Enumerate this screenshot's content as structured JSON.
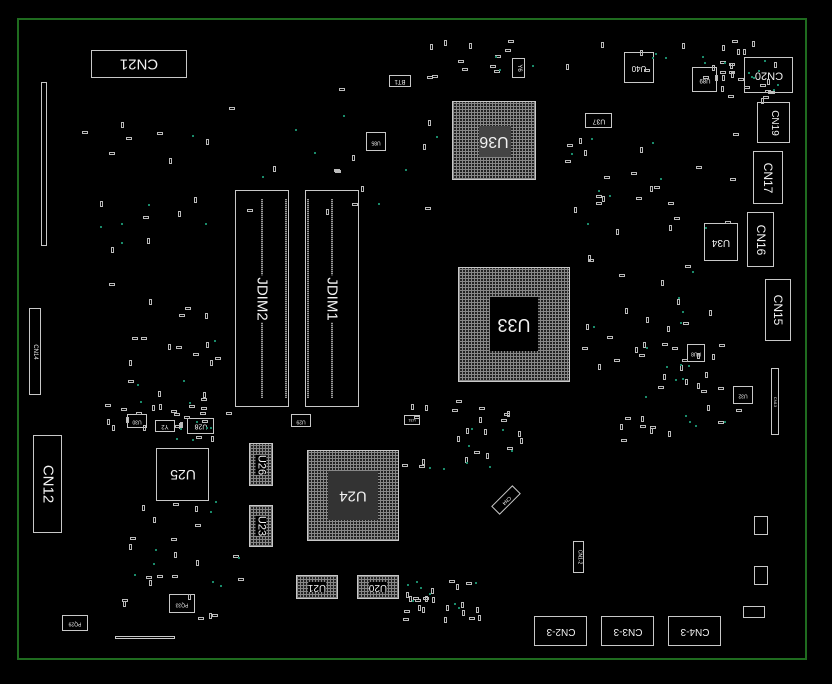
{
  "board": {
    "outline_color": "#1f6b1f",
    "silkscreen_color": "#c8c8c8",
    "components": {
      "cn21": "CN21",
      "bt1": "BT1",
      "u85": "U85",
      "y6": "Y6",
      "u36": "U36",
      "u40": "U40",
      "u89": "U89",
      "u37": "U37",
      "cn20": "CN20",
      "cn19": "CN19",
      "cn17": "CN17",
      "cn16": "CN16",
      "u34": "U34",
      "cn15": "CN15",
      "u33": "U33",
      "jdim2": "JDIM2",
      "jdim1": "JDIM1",
      "cn14": "CN14",
      "u30": "U30",
      "y2": "Y2",
      "u28": "U28",
      "u29": "U29",
      "u31": "U31",
      "u25": "U25",
      "u26": "U26",
      "u23": "U23",
      "u24": "U24",
      "cn12": "CN12",
      "u21": "U21",
      "u20": "U20",
      "pq33": "PQ33",
      "pq29": "PQ29",
      "pu8": "PU8",
      "u32": "U32",
      "cn13": "CN13",
      "cn1_2": "CN1-2",
      "cn2_3": "CN2-3",
      "cn3_3": "CN3-3",
      "cn4_3": "CN4-3",
      "cn4": "CN4"
    }
  }
}
